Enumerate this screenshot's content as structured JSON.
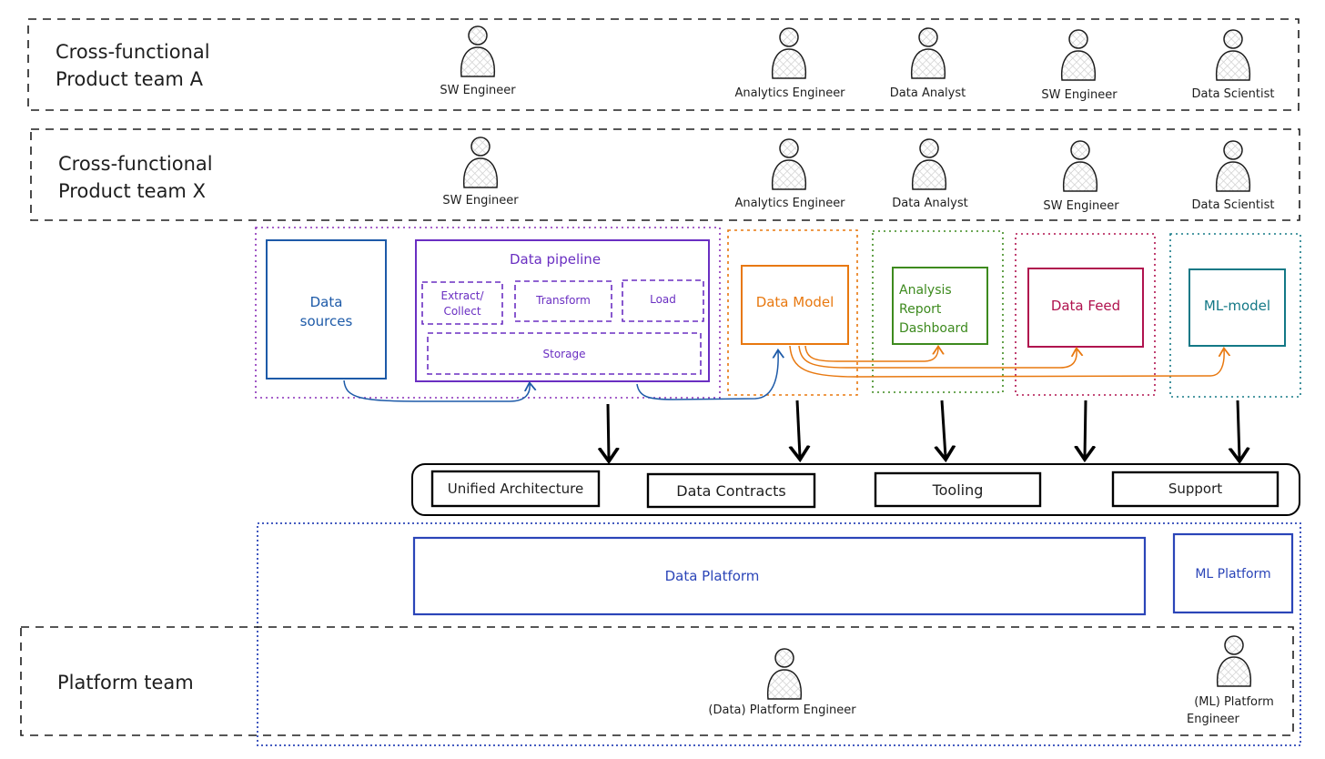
{
  "teams": {
    "team_a": {
      "title_line1": "Cross-functional",
      "title_line2": "Product team A",
      "roles": [
        "SW Engineer",
        "Analytics Engineer",
        "Data Analyst",
        "SW Engineer",
        "Data Scientist"
      ]
    },
    "team_x": {
      "title_line1": "Cross-functional",
      "title_line2": "Product team X",
      "roles": [
        "SW Engineer",
        "Analytics Engineer",
        "Data Analyst",
        "SW Engineer",
        "Data Scientist"
      ]
    },
    "platform": {
      "title": "Platform team",
      "roles": [
        "(Data) Platform Engineer",
        "(ML) Platform",
        "Engineer"
      ]
    }
  },
  "pipeline": {
    "data_sources_line1": "Data",
    "data_sources_line2": "sources",
    "title": "Data pipeline",
    "extract_line1": "Extract/",
    "extract_line2": "Collect",
    "transform": "Transform",
    "load": "Load",
    "storage": "Storage"
  },
  "products": {
    "data_model": "Data Model",
    "analysis_line1": "Analysis",
    "analysis_line2": "Report",
    "analysis_line3": "Dashboard",
    "data_feed": "Data Feed",
    "ml_model": "ML-model"
  },
  "enablement": [
    "Unified Architecture",
    "Data Contracts",
    "Tooling",
    "Support"
  ],
  "platforms": {
    "data_platform": "Data Platform",
    "ml_platform": "ML Platform"
  },
  "colors": {
    "ink": "#1e1e1e",
    "purple": "#6a2fc2",
    "blue": "#1d5aa8",
    "orange": "#e8780f",
    "green": "#3d8a1e",
    "crimson": "#b0124e",
    "teal": "#137886",
    "platform_blue": "#2b45b8"
  }
}
